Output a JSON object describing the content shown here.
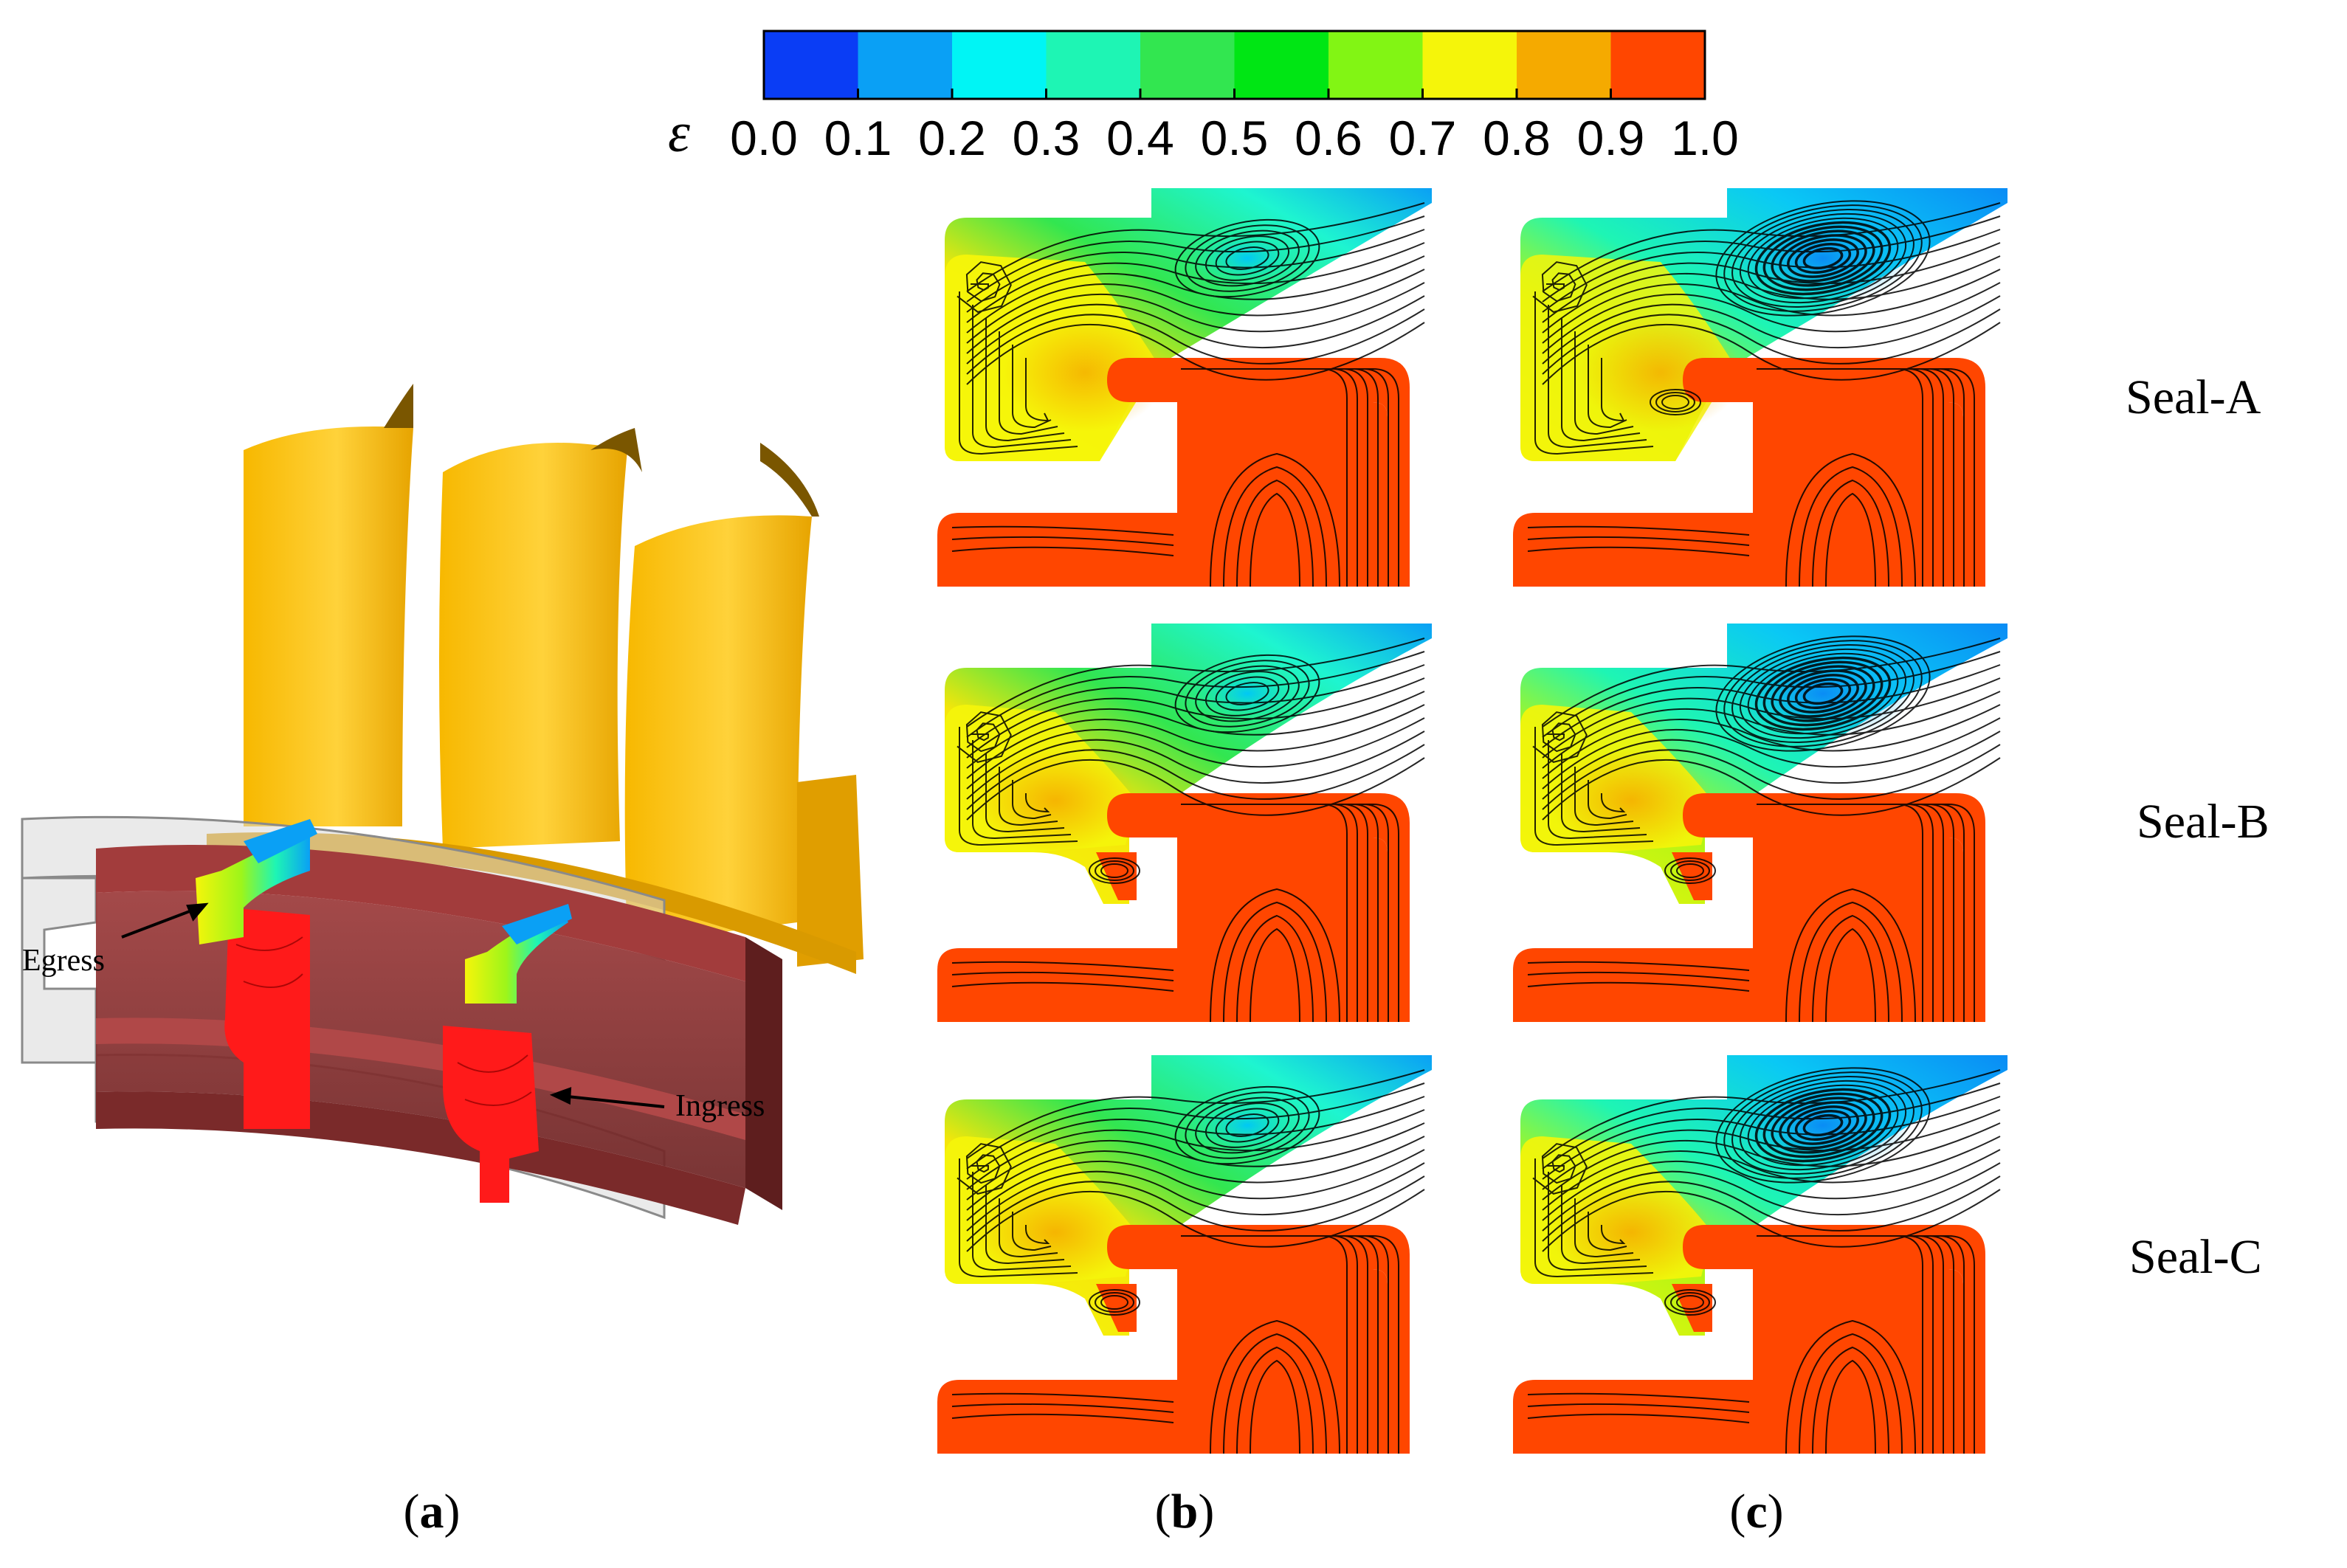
{
  "colorbar": {
    "symbol": "ε",
    "ticks": [
      "0.0",
      "0.1",
      "0.2",
      "0.3",
      "0.4",
      "0.5",
      "0.6",
      "0.7",
      "0.8",
      "0.9",
      "1.0"
    ],
    "colors": [
      "#0a3df5",
      "#0aa0f5",
      "#00f5f5",
      "#1ef5b4",
      "#32e650",
      "#00e614",
      "#82f514",
      "#f5f50a",
      "#f5aa00",
      "#ff4600"
    ]
  },
  "panel_a": {
    "labels": {
      "egress": "Egress",
      "ingress": "Ingress"
    },
    "colors": {
      "blade": "#f5b400",
      "blade_dark": "#c48a00",
      "shroud": "#8a2a2a",
      "ingress": "#ff1a1a"
    }
  },
  "rows": [
    "Seal-A",
    "Seal-B",
    "Seal-C"
  ],
  "panel_labels": {
    "a": {
      "open": "(",
      "letter": "a",
      "close": ")"
    },
    "b": {
      "open": "(",
      "letter": "b",
      "close": ")"
    },
    "c": {
      "open": "(",
      "letter": "c",
      "close": ")"
    }
  }
}
